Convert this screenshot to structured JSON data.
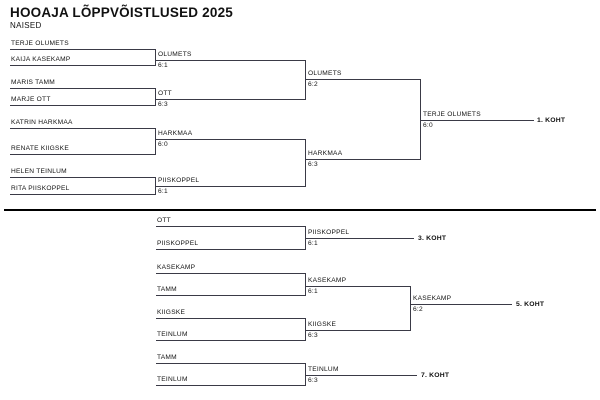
{
  "header": {
    "title": "HOOAJA LÕPPVÕISTLUSED 2025",
    "subtitle": "NAISED"
  },
  "bracket": {
    "main": {
      "round1": {
        "entrants": [
          "TERJE OLUMETS",
          "KAIJA KASEKAMP",
          "MARIS TAMM",
          "MARJE OTT",
          "KATRIN HARKMAA",
          "RENATE KIIGSKE",
          "HELEN TEINLUM",
          "RITA PIISKOPPEL"
        ]
      },
      "round2": [
        {
          "winner": "OLUMETS",
          "score": "6:1"
        },
        {
          "winner": "OTT",
          "score": "6:3"
        },
        {
          "winner": "HARKMAA",
          "score": "6:0"
        },
        {
          "winner": "PIISKOPPEL",
          "score": "6:1"
        }
      ],
      "semifinals": [
        {
          "winner": "OLUMETS",
          "score": "6:2"
        },
        {
          "winner": "HARKMAA",
          "score": "6:3"
        }
      ],
      "final": {
        "winner": "TERJE OLUMETS",
        "score": "6:0"
      },
      "placement": "1. KOHT"
    },
    "consolation": {
      "round1": {
        "entrants": [
          "OTT",
          "PIISKOPPEL",
          "KASEKAMP",
          "TAMM",
          "KIIGSKE",
          "TEINLUM",
          "TAMM",
          "TEINLUM"
        ]
      },
      "round2": [
        {
          "winner": "PIISKOPPEL",
          "score": "6:1"
        },
        {
          "winner": "KASEKAMP",
          "score": "6:1"
        },
        {
          "winner": "KIIGSKE",
          "score": "6:3"
        },
        {
          "winner": "TEINLUM",
          "score": "6:3"
        }
      ],
      "round3": [
        {
          "winner": "KASEKAMP",
          "score": "6:2"
        }
      ],
      "placements": {
        "third": "3. KOHT",
        "fifth": "5. KOHT",
        "seventh": "7. KOHT"
      }
    }
  },
  "colors": {
    "line": "#3a3a46",
    "divider": "#000000",
    "text": "#111111",
    "background": "#ffffff"
  }
}
